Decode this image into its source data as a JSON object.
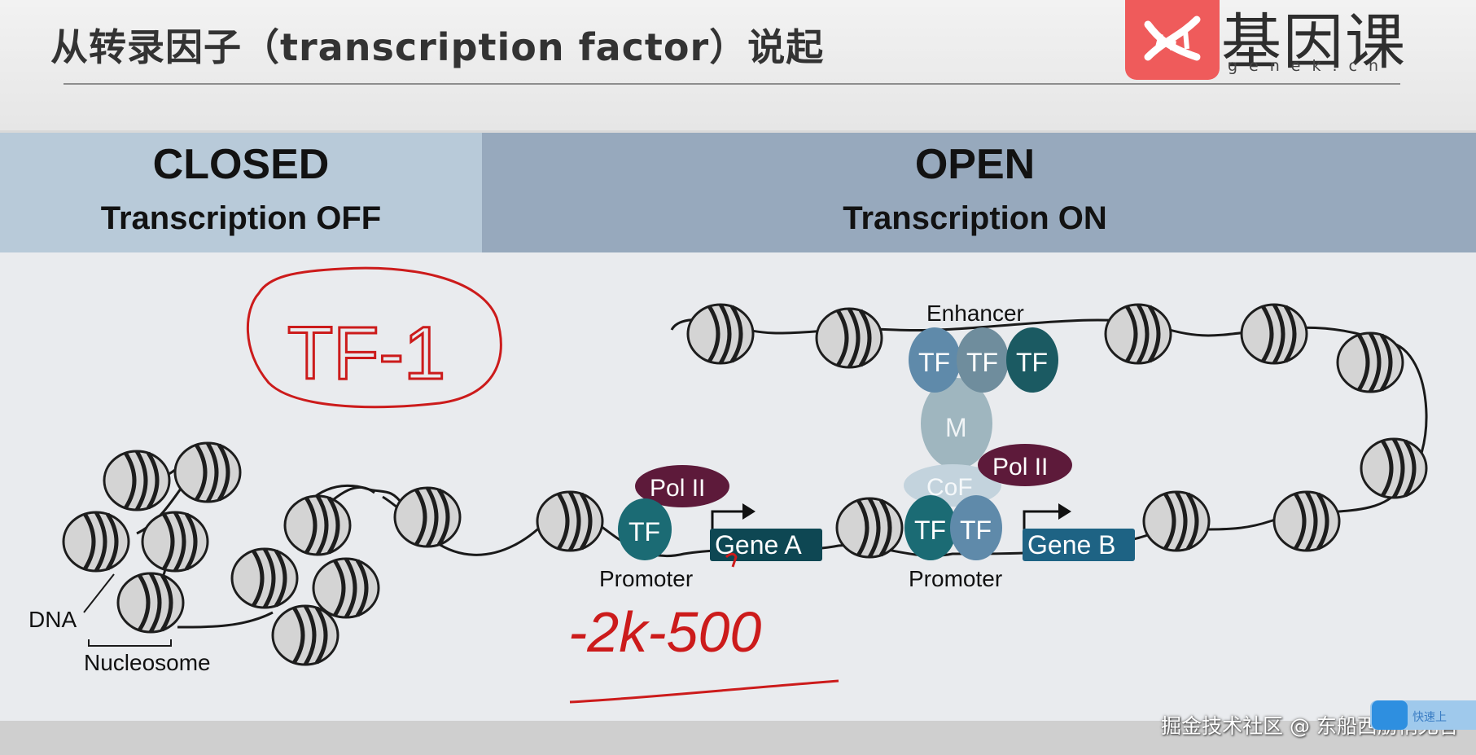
{
  "slide": {
    "title": "从转录因子（transcription factor）说起"
  },
  "logo": {
    "name_cn": "基因课",
    "domain": "genek.cn"
  },
  "panels": {
    "closed_title": "CLOSED",
    "closed_subtitle": "Transcription OFF",
    "open_title": "OPEN",
    "open_subtitle": "Transcription ON"
  },
  "diagram": {
    "label_dna": "DNA",
    "label_nucleosome": "Nucleosome",
    "label_enhancer": "Enhancer",
    "label_promoter_a": "Promoter",
    "label_promoter_b": "Promoter",
    "label_pol_a": "Pol II",
    "label_pol_b": "Pol II",
    "label_gene_a": "Gene A",
    "label_gene_b": "Gene B",
    "label_tf": "TF",
    "label_mediator": "M",
    "label_cof": "CoF"
  },
  "annotations": {
    "handwritten_tf": "TF-1",
    "handwritten_range": "-2k-500"
  },
  "watermark": "掘金技术社区 @ 东船西舫悄无言",
  "corner_badge_text": "快速上",
  "colors": {
    "tf_dark": "#1b6b74",
    "tf_mid": "#5f8aaa",
    "tf_light": "#80a4bc",
    "pol2": "#5d1a3a",
    "gene_a": "#0e4753",
    "gene_b": "#1e6384",
    "mediator": "#9fb6bf",
    "cof": "#c3d3dd",
    "handwriting": "#cc1b1b",
    "band_closed": "#b8cad9",
    "band_open": "#97a9bd"
  }
}
